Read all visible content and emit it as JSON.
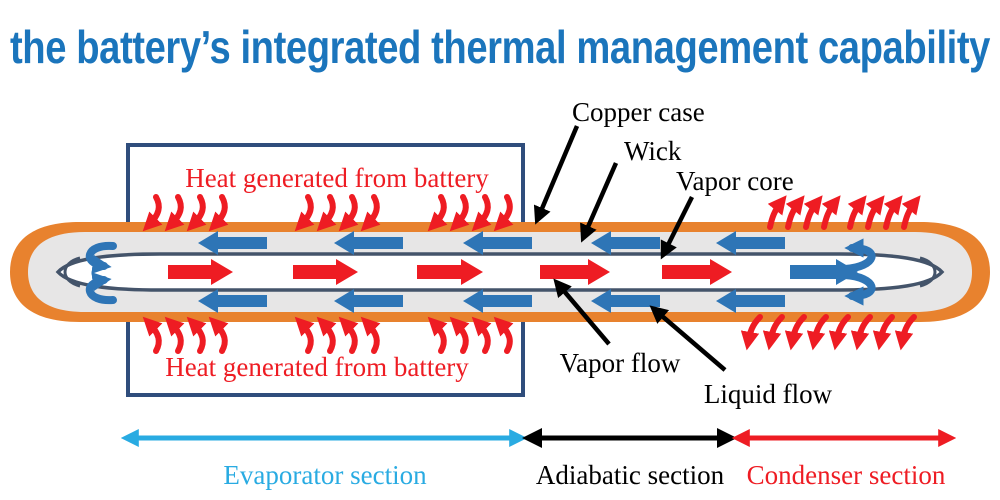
{
  "title": "the battery’s integrated thermal management capability",
  "heat_labels": {
    "top": "Heat generated from battery",
    "bottom": "Heat generated from battery"
  },
  "callouts": {
    "copper_case": "Copper case",
    "wick": "Wick",
    "vapor_core": "Vapor core",
    "vapor_flow": "Vapor flow",
    "liquid_flow": "Liquid flow"
  },
  "sections": {
    "evaporator": {
      "label": "Evaporator section"
    },
    "adiabatic": {
      "label": "Adiabatic section"
    },
    "condenser": {
      "label": "Condenser section"
    }
  },
  "icons": {
    "vapor_flow_arrow": "right-arrow",
    "liquid_flow_arrow": "left-arrow",
    "heat_in_arrow": "curved-down-arrow",
    "heat_out_arrow": "curved-up-arrow",
    "section_range_arrow": "double-headed-arrow"
  },
  "colors": {
    "title": "#1b75bc",
    "copper": "#e8822e",
    "wick": "#e7e6e6",
    "core_line": "#44546a",
    "liquid": "#2e75b6",
    "vapor": "#ee1c23",
    "heat": "#ee1c23",
    "battery_box": "#2f4d7c",
    "evaporator": "#29abe2",
    "adiabatic": "#000000",
    "condenser": "#ee1c23",
    "callout": "#000000",
    "background": "#ffffff"
  }
}
